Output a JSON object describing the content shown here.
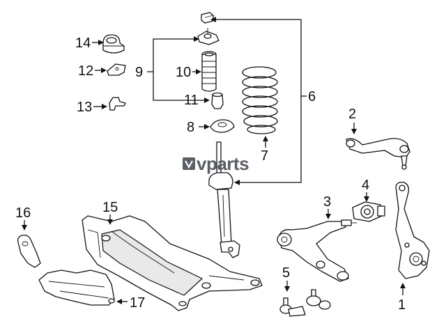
{
  "callouts": {
    "c1": "1",
    "c2": "2",
    "c3": "3",
    "c4": "4",
    "c5": "5",
    "c6": "6",
    "c7": "7",
    "c8": "8",
    "c9": "9",
    "c10": "10",
    "c11": "11",
    "c12": "12",
    "c13": "13",
    "c14": "14",
    "c15": "15",
    "c16": "16",
    "c17": "17"
  },
  "watermark": {
    "brand": "vparts"
  }
}
